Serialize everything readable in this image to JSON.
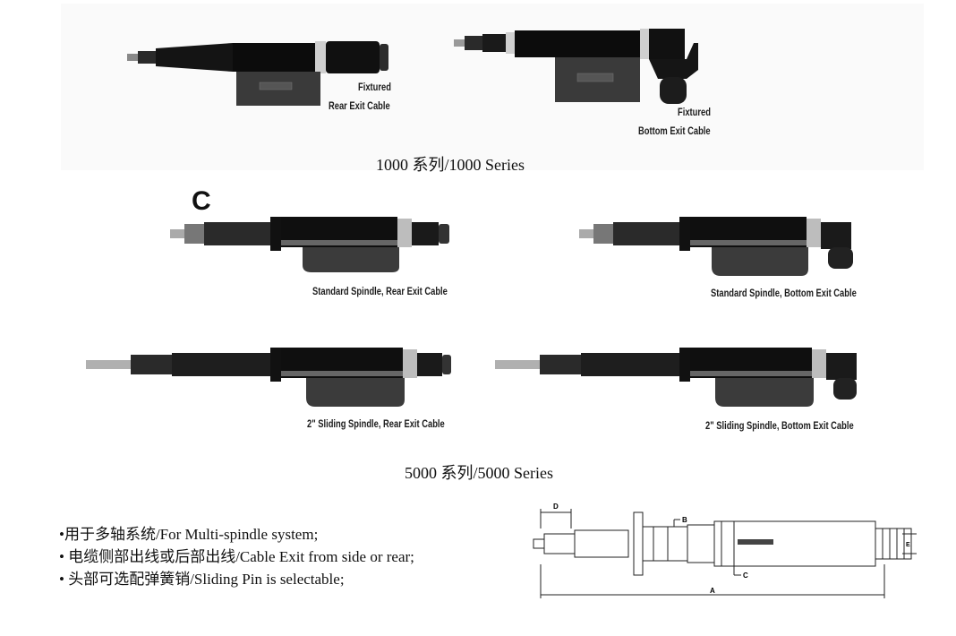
{
  "series_1000": {
    "label": "1000 系列/1000 Series",
    "tools": [
      {
        "line1": "Fixtured",
        "line2": "Rear Exit Cable"
      },
      {
        "line1": "Fixtured",
        "line2": "Bottom Exit Cable"
      }
    ]
  },
  "series_5000": {
    "label": "5000 系列/5000 Series",
    "mark": "C",
    "tools": [
      {
        "caption": "Standard Spindle, Rear Exit Cable"
      },
      {
        "caption": "Standard Spindle, Bottom Exit Cable"
      },
      {
        "caption": "2\" Sliding Spindle, Rear Exit Cable"
      },
      {
        "caption": "2\" Sliding Spindle, Bottom Exit Cable"
      }
    ]
  },
  "features": [
    "•用于多轴系统/For Multi-spindle system;",
    "• 电缆侧部出线或后部出线/Cable Exit from side or rear;",
    "• 头部可选配弹簧销/Sliding Pin is selectable;"
  ],
  "drawing": {
    "labels": {
      "a": "A",
      "b": "B",
      "c": "C",
      "d": "D",
      "e": "E"
    }
  }
}
